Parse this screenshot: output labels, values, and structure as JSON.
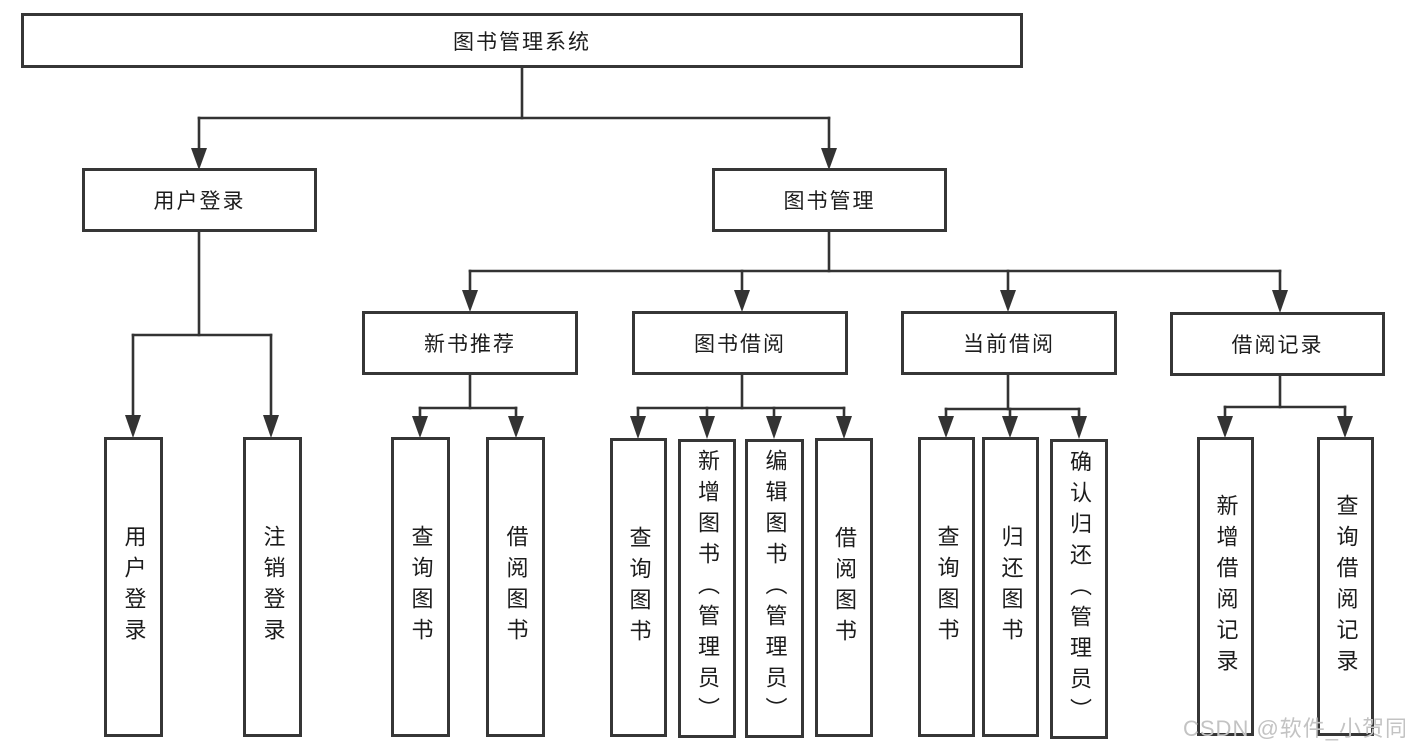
{
  "diagram": {
    "type": "tree-hierarchy",
    "title": "图书管理系统",
    "children": [
      {
        "label": "用户登录",
        "children": [
          {
            "label": "用户登录"
          },
          {
            "label": "注销登录"
          }
        ]
      },
      {
        "label": "图书管理",
        "children": [
          {
            "label": "新书推荐",
            "children": [
              {
                "label": "查询图书"
              },
              {
                "label": "借阅图书"
              }
            ]
          },
          {
            "label": "图书借阅",
            "children": [
              {
                "label": "查询图书"
              },
              {
                "label": "新增图书（管理员）"
              },
              {
                "label": "编辑图书（管理员）"
              },
              {
                "label": "借阅图书"
              }
            ]
          },
          {
            "label": "当前借阅",
            "children": [
              {
                "label": "查询图书"
              },
              {
                "label": "归还图书"
              },
              {
                "label": "确认归还（管理员）"
              }
            ]
          },
          {
            "label": "借阅记录",
            "children": [
              {
                "label": "新增借阅记录"
              },
              {
                "label": "查询借阅记录"
              }
            ]
          }
        ]
      }
    ]
  },
  "watermark": {
    "text": "CSDN @软件_小贺同学"
  },
  "colors": {
    "background": "#ffffff",
    "line": "#333333",
    "box_border": "#363636",
    "text": "#1c1c1c",
    "watermark": "#c3c3c3"
  }
}
